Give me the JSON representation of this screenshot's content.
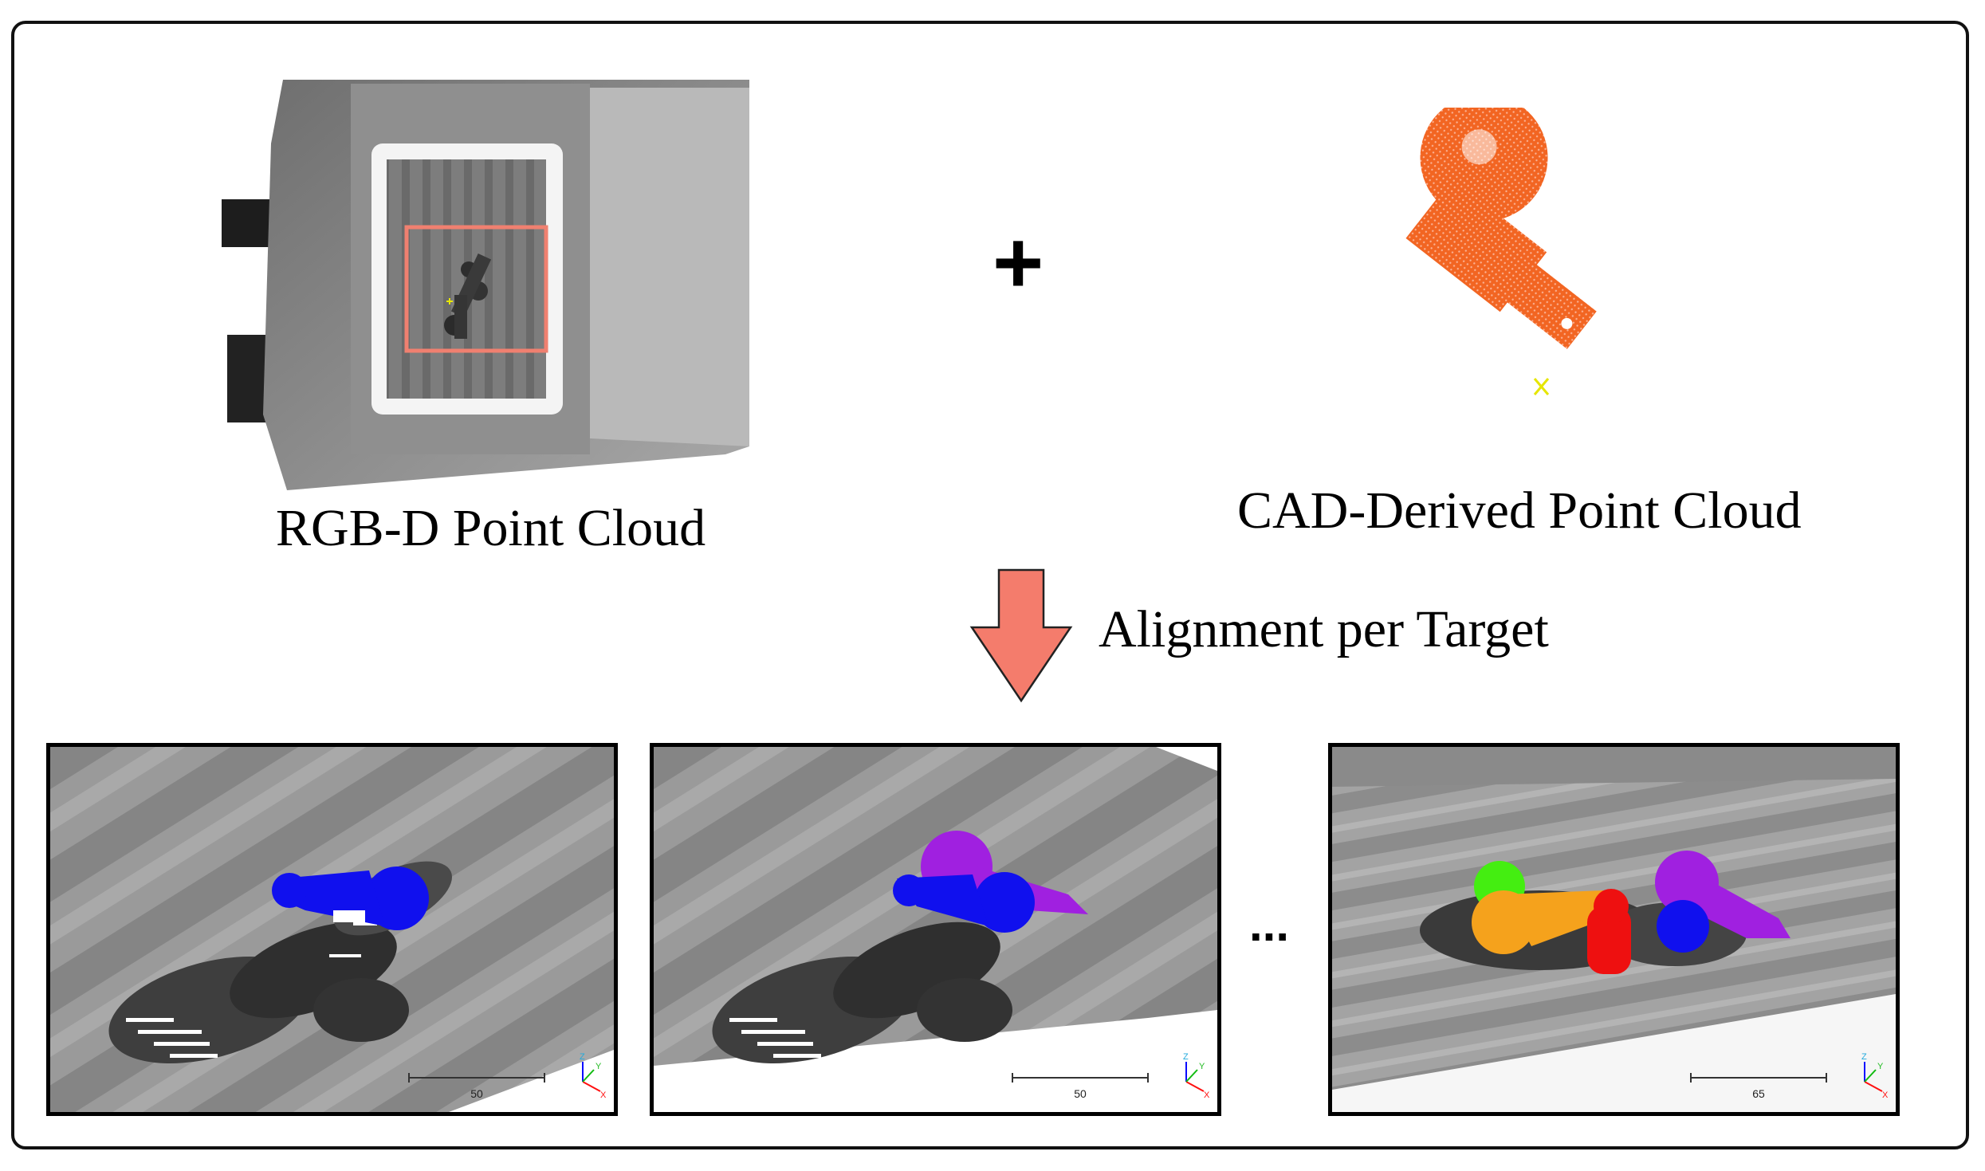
{
  "labels": {
    "rgbd": "RGB-D Point Cloud",
    "cad": "CAD-Derived Point Cloud",
    "alignment": "Alignment per Target",
    "plus": "+",
    "ellipsis": "..."
  },
  "panels": [
    {
      "scale_value": "50",
      "axes": {
        "z": "Z",
        "y": "Y",
        "x": "X"
      }
    },
    {
      "scale_value": "50",
      "axes": {
        "z": "Z",
        "y": "Y",
        "x": "X"
      }
    },
    {
      "scale_value": "65",
      "axes": {
        "z": "Z",
        "y": "Y",
        "x": "X"
      }
    }
  ],
  "colors": {
    "arrow": "#f47c6c",
    "cad_cloud": "#f26522",
    "roi_box": "#f08070",
    "target_blue": "#1010ee",
    "target_purple": "#a020e0",
    "target_green": "#44ee11",
    "target_orange": "#f5a21c",
    "target_red": "#ee1010"
  }
}
